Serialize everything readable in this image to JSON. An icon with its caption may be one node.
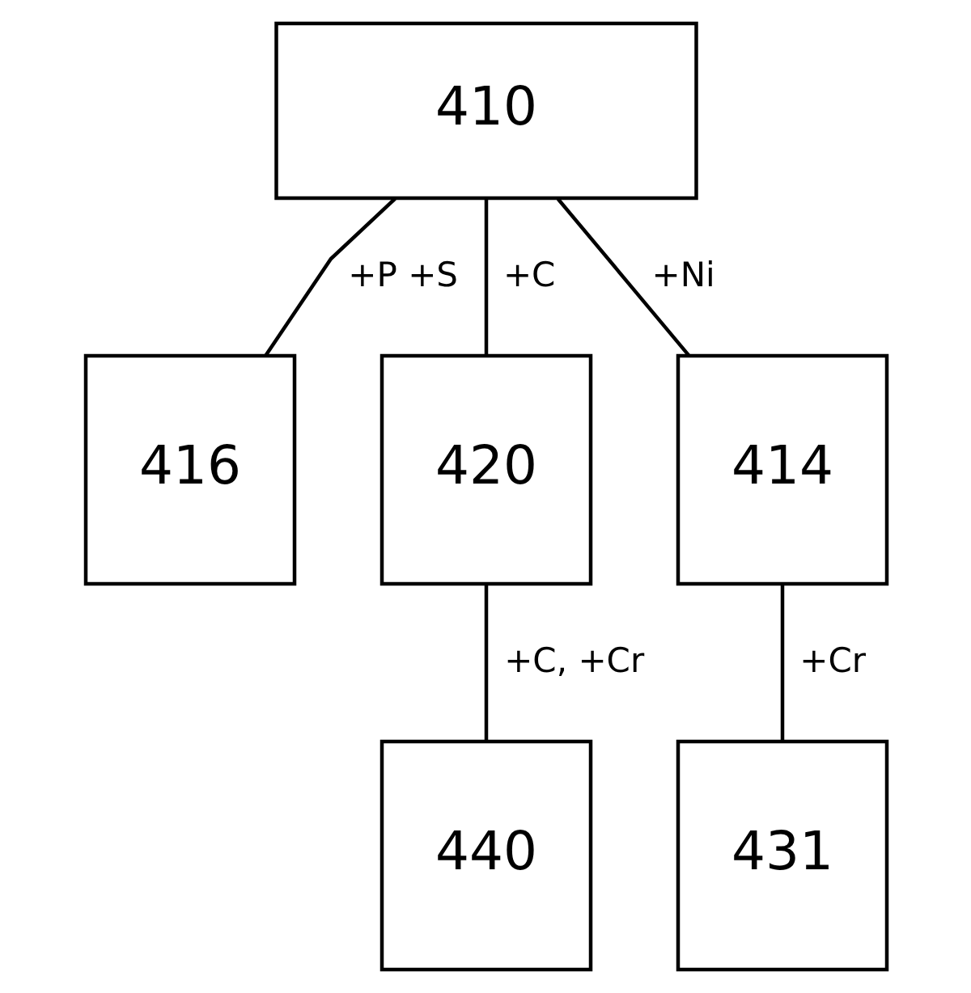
{
  "diagram": {
    "nodes": [
      {
        "text": [
          "410"
        ]
      },
      {
        "text": [
          "416"
        ]
      },
      {
        "text": [
          "420"
        ]
      },
      {
        "text": [
          "414"
        ]
      },
      {
        "text": [
          "440"
        ]
      },
      {
        "text": [
          "431"
        ]
      }
    ],
    "edges": [
      {
        "from": 0,
        "to": 1,
        "arrow": "none",
        "label": "+P +S"
      },
      {
        "from": 0,
        "to": 2,
        "arrow": "none",
        "label": "+C"
      },
      {
        "from": 0,
        "to": 3,
        "arrow": "none",
        "label": "+Ni"
      },
      {
        "from": 2,
        "to": 4,
        "arrow": "none",
        "label": "+C, +Cr"
      },
      {
        "from": 3,
        "to": 5,
        "arrow": "none",
        "label": "+Cr"
      }
    ]
  }
}
